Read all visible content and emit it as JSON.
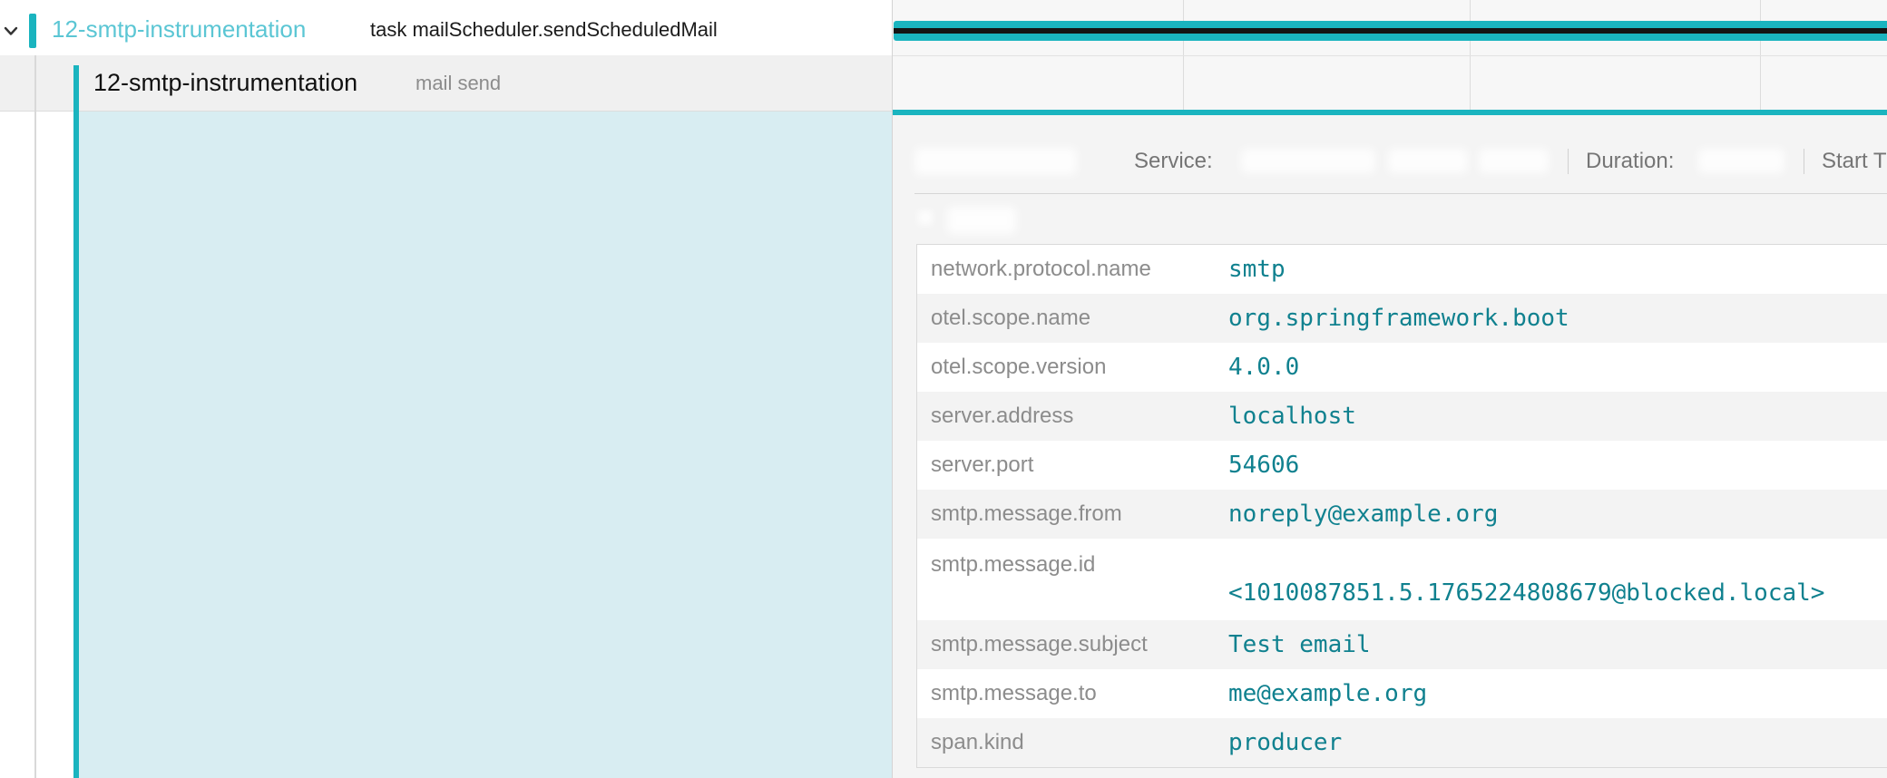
{
  "colors": {
    "accent": "#1ab4bf",
    "accent_text_light": "#5bc6d4",
    "selection_bg": "#d8edf2",
    "value_text": "#10818f",
    "key_text": "#8c8c8c",
    "muted_text": "#757575",
    "row_alt_bg": "#f3f3f3",
    "panel_bg": "#f4f4f4",
    "timeline_bg": "#f7f7f7",
    "bar_stripe": "#141414"
  },
  "trace_tree": {
    "rows": [
      {
        "service": "12-smtp-instrumentation",
        "operation": "task mailScheduler.sendScheduledMail",
        "expanded": true,
        "selected": false
      },
      {
        "service": "12-smtp-instrumentation",
        "operation": "mail send",
        "expanded": false,
        "selected": true
      }
    ]
  },
  "detail": {
    "service_label": "Service:",
    "duration_label": "Duration:",
    "start_time_label": "Start Time:",
    "attributes": [
      {
        "key": "network.protocol.name",
        "value": "smtp"
      },
      {
        "key": "otel.scope.name",
        "value": "org.springframework.boot"
      },
      {
        "key": "otel.scope.version",
        "value": "4.0.0"
      },
      {
        "key": "server.address",
        "value": "localhost"
      },
      {
        "key": "server.port",
        "value": "54606"
      },
      {
        "key": "smtp.message.from",
        "value": "noreply@example.org"
      },
      {
        "key": "smtp.message.id",
        "value": "<1010087851.5.1765224808679@blocked.local>"
      },
      {
        "key": "smtp.message.subject",
        "value": "Test email"
      },
      {
        "key": "smtp.message.to",
        "value": "me@example.org"
      },
      {
        "key": "span.kind",
        "value": "producer"
      }
    ]
  }
}
